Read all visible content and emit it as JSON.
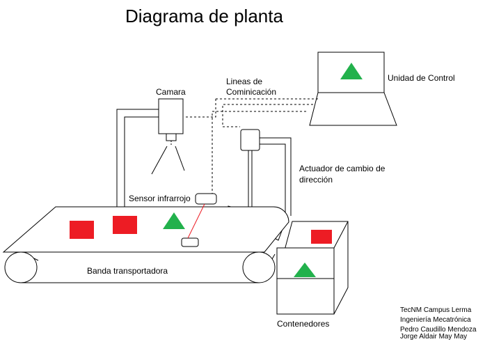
{
  "title": "Diagrama de planta",
  "labels": {
    "control_unit": "Unidad de Control",
    "comm_lines_1": "Lineas de",
    "comm_lines_2": "Cominicación",
    "camera": "Camara",
    "actuator_1": "Actuador de cambio de",
    "actuator_2": "dirección",
    "ir_sensor": "Sensor infrarrojo",
    "conveyor": "Banda transportadora",
    "containers": "Contenedores"
  },
  "credits": [
    "TecNM Campus Lerma",
    "Ingeniería Mecatrónica",
    "Pedro Caudillo Mendoza",
    "Jorge Aldair May May"
  ],
  "colors": {
    "red_piece": "#ed1c24",
    "green_piece": "#22b14c",
    "sensor_beam": "#ed1c24",
    "line": "#000000"
  }
}
